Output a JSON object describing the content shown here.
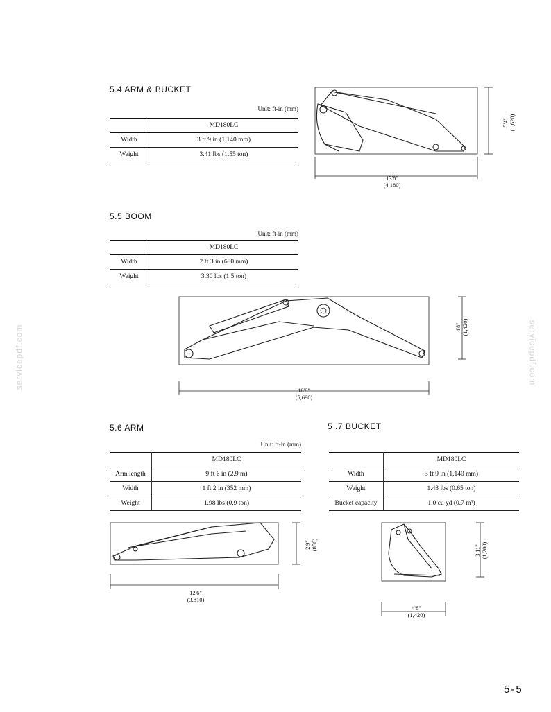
{
  "watermark": "servicepdf.com",
  "page_number": "5-5",
  "sections": {
    "arm_bucket": {
      "title": "5.4 ARM & BUCKET",
      "unit": "Unit: ft-in (mm)",
      "model": "MD180LC",
      "rows": [
        {
          "label": "Width",
          "value": "3 ft 9 in (1,140 mm)"
        },
        {
          "label": "Weight",
          "value": "3.41 lbs (1.55 ton)"
        }
      ],
      "dim_length": "13'8\"",
      "dim_length_mm": "(4,180)",
      "dim_height": "5'4\"",
      "dim_height_mm": "(1,620)"
    },
    "boom": {
      "title": "5.5 BOOM",
      "unit": "Unit: ft-in (mm)",
      "model": "MD180LC",
      "rows": [
        {
          "label": "Width",
          "value": "2 ft 3 in (680 mm)"
        },
        {
          "label": "Weight",
          "value": "3.30 lbs (1.5 ton)"
        }
      ],
      "dim_length": "18'8\"",
      "dim_length_mm": "(5,690)",
      "dim_height": "4'8\"",
      "dim_height_mm": "(1,420)"
    },
    "arm": {
      "title": "5.6 ARM",
      "unit": "Unit: ft-in (mm)",
      "model": "MD180LC",
      "rows": [
        {
          "label": "Arm length",
          "value": "9 ft 6 in (2.9 m)"
        },
        {
          "label": "Width",
          "value": "1 ft 2 in (352 mm)"
        },
        {
          "label": "Weight",
          "value": "1.98 lbs (0.9 ton)"
        }
      ],
      "dim_length": "12'6\"",
      "dim_length_mm": "(3,810)",
      "dim_height": "2'9\"",
      "dim_height_mm": "(850)"
    },
    "bucket": {
      "title": "5 .7 BUCKET",
      "model": "MD180LC",
      "rows": [
        {
          "label": "Width",
          "value": "3 ft 9 in (1,140 mm)"
        },
        {
          "label": "Weight",
          "value": "1.43 lbs (0.65 ton)"
        },
        {
          "label": "Bucket capacity",
          "value": "1.0 cu yd (0.7 m³)"
        }
      ],
      "dim_length": "4'8\"",
      "dim_length_mm": "(1,420)",
      "dim_height": "3'11\"",
      "dim_height_mm": "(1,200)"
    }
  }
}
